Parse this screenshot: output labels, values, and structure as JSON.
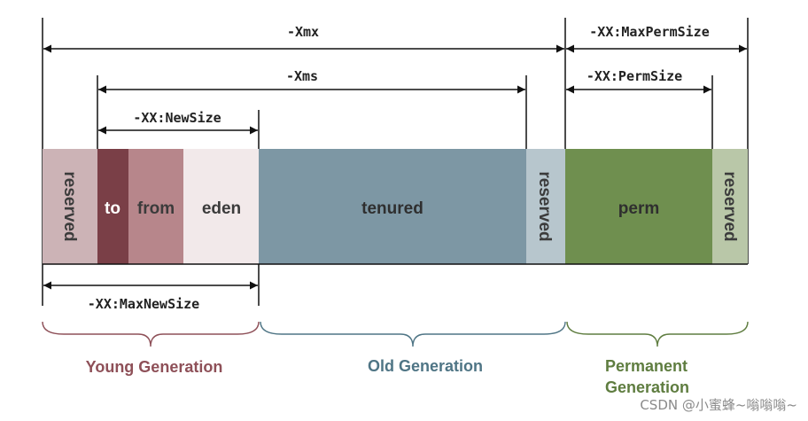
{
  "colors": {
    "reserved_left": "#ccb3b6",
    "to": "#7a3f47",
    "from": "#b7868b",
    "eden": "#f2e9ea",
    "tenured": "#7d97a4",
    "reserved_mid": "#b7c6cd",
    "perm": "#6f8f4f",
    "reserved_right": "#b9c7a8",
    "young": "#8e5058",
    "old": "#4f7585",
    "permanent": "#5f7d40"
  },
  "segments": {
    "reserved_left": "reserved",
    "to": "to",
    "from": "from",
    "eden": "eden",
    "tenured": "tenured",
    "reserved_mid": "reserved",
    "perm": "perm",
    "reserved_right": "reserved"
  },
  "dimensions": {
    "xmx": "-Xmx",
    "xms": "-Xms",
    "new_size": "-XX:NewSize",
    "max_new_size": "-XX:MaxNewSize",
    "max_perm_size": "-XX:MaxPermSize",
    "perm_size": "-XX:PermSize"
  },
  "generations": {
    "young": "Young Generation",
    "old": "Old Generation",
    "permanent_line1": "Permanent",
    "permanent_line2": "Generation"
  },
  "watermark": "CSDN @小蜜蜂~嗡嗡嗡~"
}
